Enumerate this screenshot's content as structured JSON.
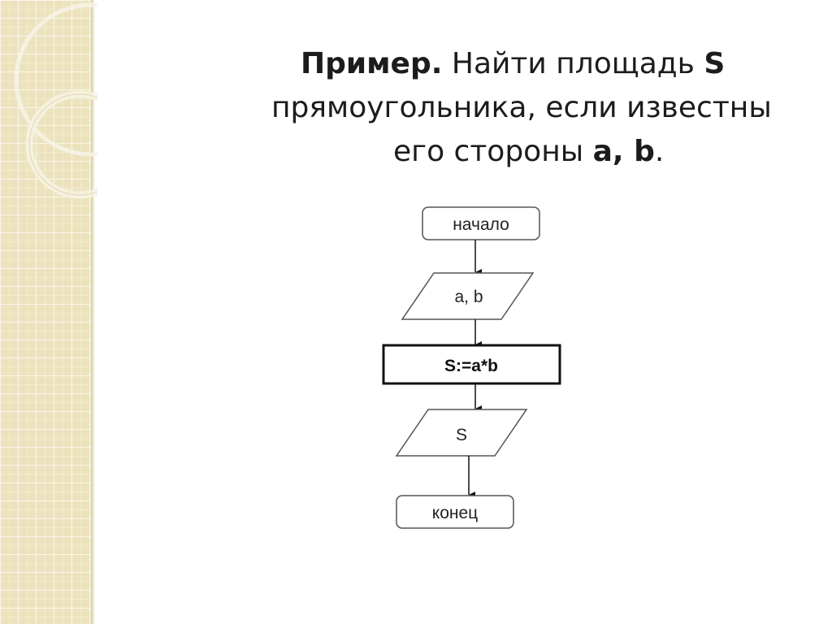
{
  "title": {
    "prefix": "Пример.",
    "line1": "Найти площадь",
    "var_s": "S",
    "line2": "прямоугольника, если известны",
    "line3_start": "его стороны",
    "vars_ab": "a, b",
    "end_punct": "."
  },
  "flowchart": {
    "start_label": "начало",
    "input_label": "a, b",
    "process_label": "S:=a*b",
    "output_label": "S",
    "end_label": "конец"
  }
}
